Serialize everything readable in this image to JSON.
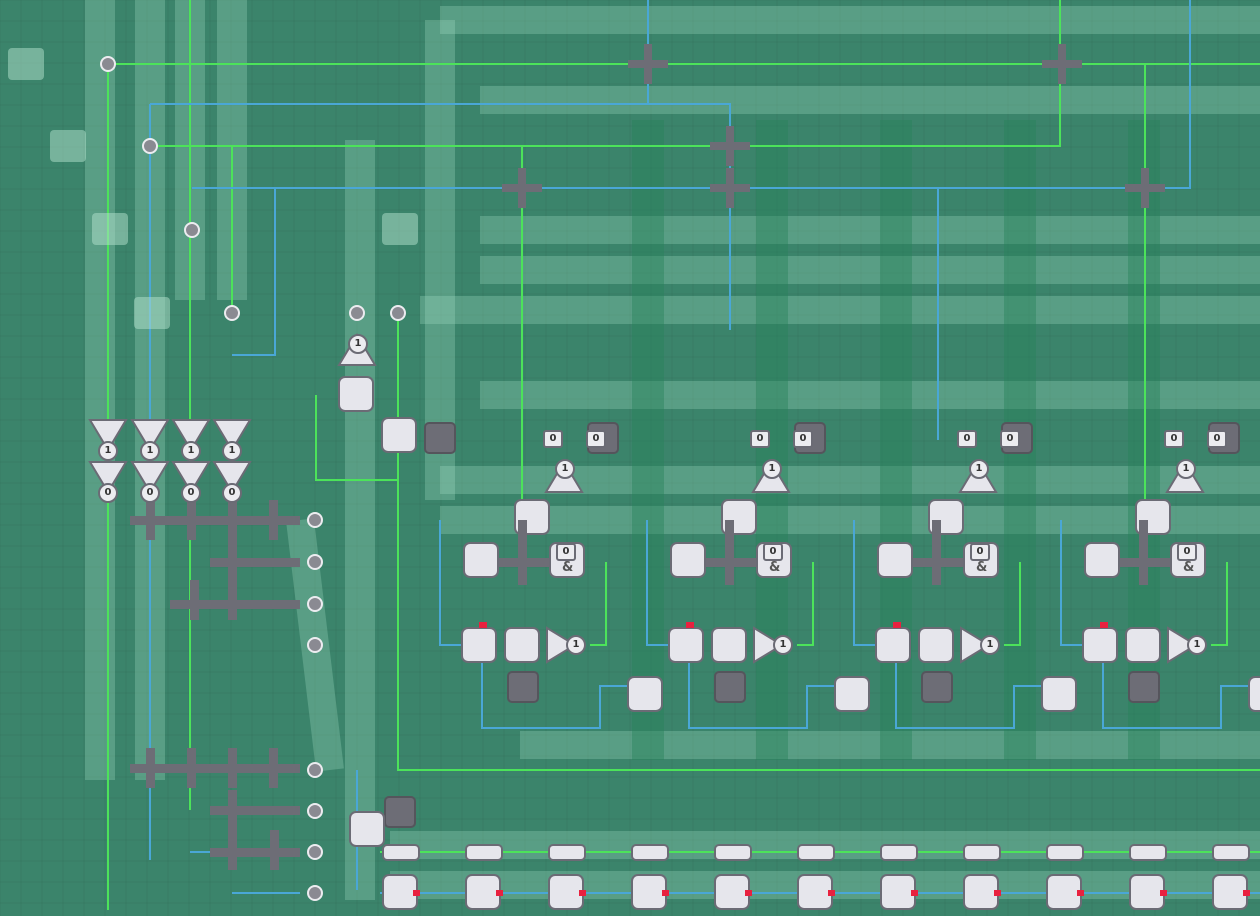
{
  "overlay": "automation",
  "colors": {
    "background": "#3b846b",
    "active_wire": "#4ce35a",
    "inactive_wire": "#4aa7d6",
    "gate": "#e6e6ec",
    "sensor": "#6d6d76"
  },
  "not_gates_top": [
    "1",
    "1",
    "1",
    "1"
  ],
  "not_gates_bottom": [
    "0",
    "0",
    "0",
    "0"
  ],
  "filter_gate": "1",
  "cells": [
    {
      "sensor_a": "0",
      "sensor_b": "0",
      "not_gate": "1",
      "and_input": "0",
      "and_symbol": "&",
      "buffer_out": "1"
    },
    {
      "sensor_a": "0",
      "sensor_b": "0",
      "not_gate": "1",
      "and_input": "0",
      "and_symbol": "&",
      "buffer_out": "1"
    },
    {
      "sensor_a": "0",
      "sensor_b": "0",
      "not_gate": "1",
      "and_input": "0",
      "and_symbol": "&",
      "buffer_out": "1"
    },
    {
      "sensor_a": "0",
      "sensor_b": "0",
      "not_gate": "1",
      "and_input": "0",
      "and_symbol": "&",
      "buffer_out": "1"
    }
  ]
}
